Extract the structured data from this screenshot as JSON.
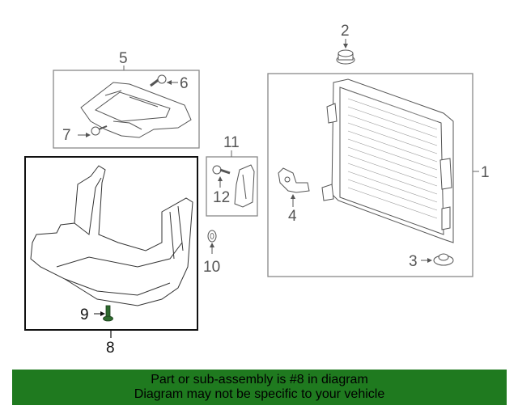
{
  "diagram": {
    "callouts": {
      "c1": "1",
      "c2": "2",
      "c3": "3",
      "c4": "4",
      "c5": "5",
      "c6": "6",
      "c7": "7",
      "c8": "8",
      "c9": "9",
      "c10": "10",
      "c11": "11",
      "c12": "12"
    },
    "highlighted_part": "8"
  },
  "banner": {
    "line1": "Part or sub-assembly is #8 in diagram",
    "line2": "Diagram may not be specific to your vehicle",
    "background_color": "#1f7a1f"
  }
}
